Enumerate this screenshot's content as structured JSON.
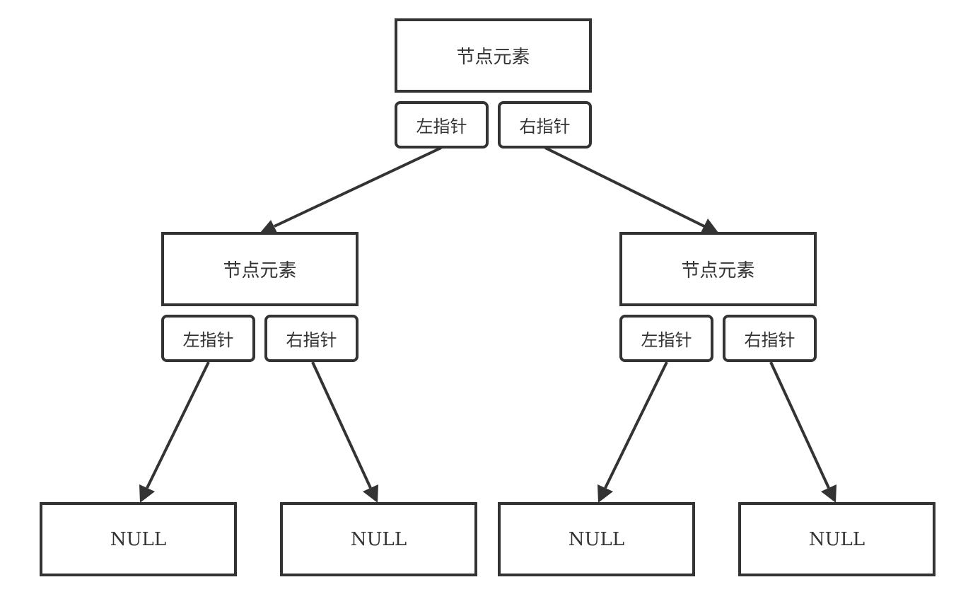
{
  "diagram": {
    "root": {
      "element_label": "节点元素",
      "left_pointer_label": "左指针",
      "right_pointer_label": "右指针"
    },
    "left_child": {
      "element_label": "节点元素",
      "left_pointer_label": "左指针",
      "right_pointer_label": "右指针"
    },
    "right_child": {
      "element_label": "节点元素",
      "left_pointer_label": "左指针",
      "right_pointer_label": "右指针"
    },
    "leaves": [
      {
        "label": "NULL"
      },
      {
        "label": "NULL"
      },
      {
        "label": "NULL"
      },
      {
        "label": "NULL"
      }
    ],
    "colors": {
      "stroke": "#333333",
      "background": "#ffffff"
    }
  }
}
